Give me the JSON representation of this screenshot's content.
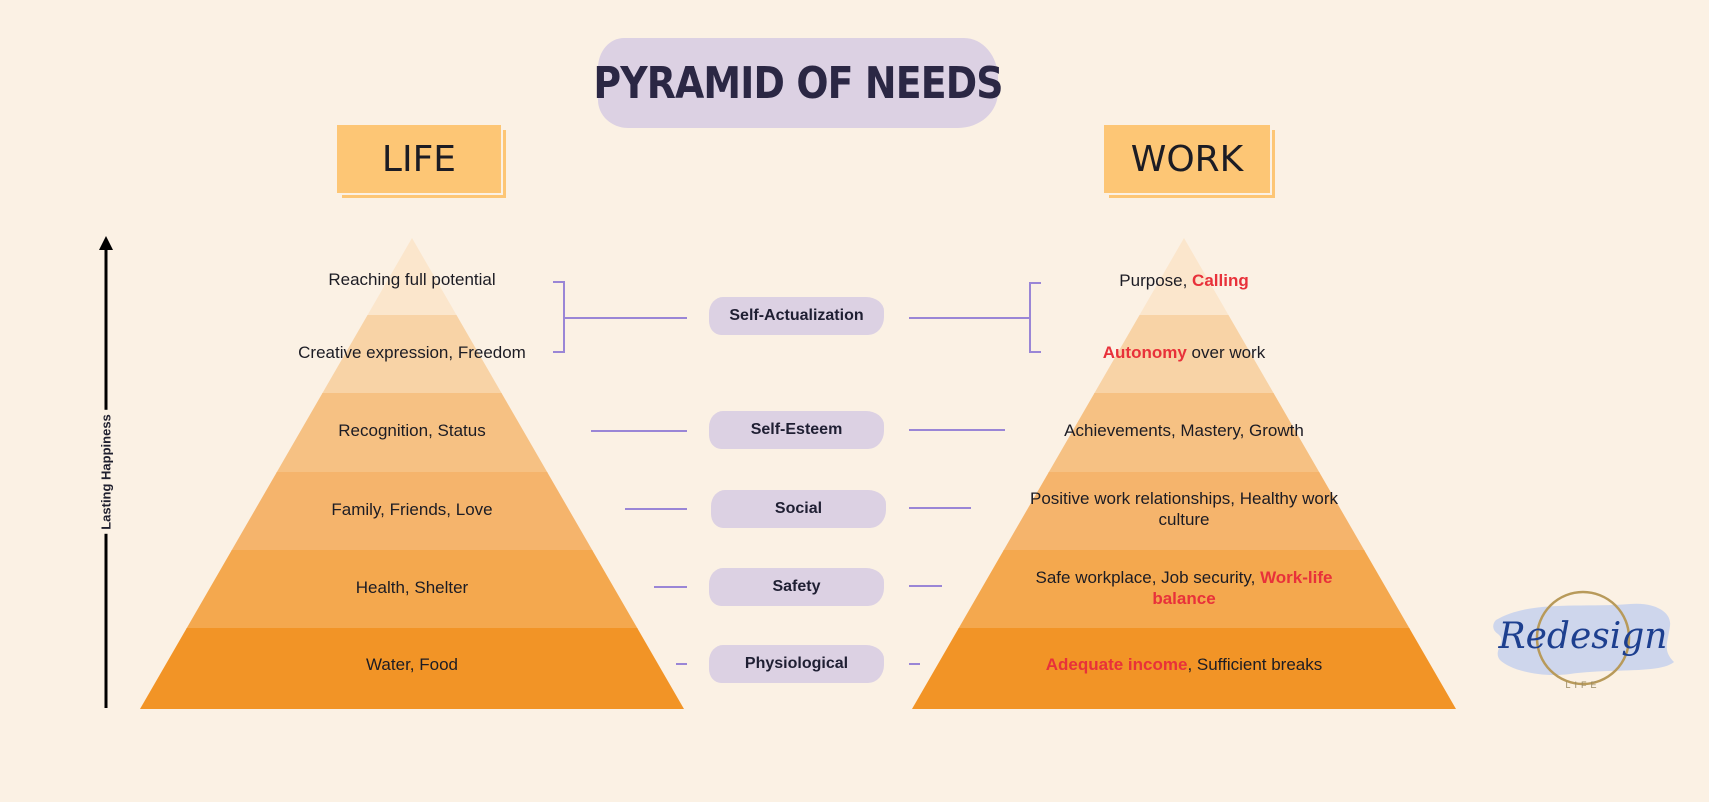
{
  "title": "PYRAMID OF NEEDS",
  "life": {
    "header": "LIFE",
    "tiers": [
      "Reaching full potential",
      "Creative expression, Freedom",
      "Recognition, Status",
      "Family, Friends, Love",
      "Health, Shelter",
      "Water, Food"
    ]
  },
  "work": {
    "header": "WORK",
    "tier1": {
      "a": "Purpose, ",
      "b": "Calling"
    },
    "tier2": {
      "a": "Autonomy",
      "b": " over work"
    },
    "tier3": "Achievements, Mastery, Growth",
    "tier4": "Positive work relationships, Healthy work culture",
    "tier5": {
      "a": "Safe workplace, Job security, ",
      "b": "Work-life balance"
    },
    "tier6": {
      "a": "Adequate income",
      "b": ", Sufficient breaks"
    }
  },
  "levels": [
    "Self-Actualization",
    "Self-Esteem",
    "Social",
    "Safety",
    "Physiological"
  ],
  "axis_label": "Lasting Happiness",
  "logo": {
    "script": "Redesign",
    "sub": "LIFE"
  },
  "colors": {
    "background": "#fbf1e4",
    "tier_colors": [
      "#fbe6cc",
      "#f8d3a6",
      "#f6c183",
      "#f5b46c",
      "#f4a84e",
      "#f29426"
    ],
    "pill": "#dcd1e3",
    "header": "#fdc675",
    "connector": "#9a86d6",
    "highlight": "#e8313a"
  }
}
